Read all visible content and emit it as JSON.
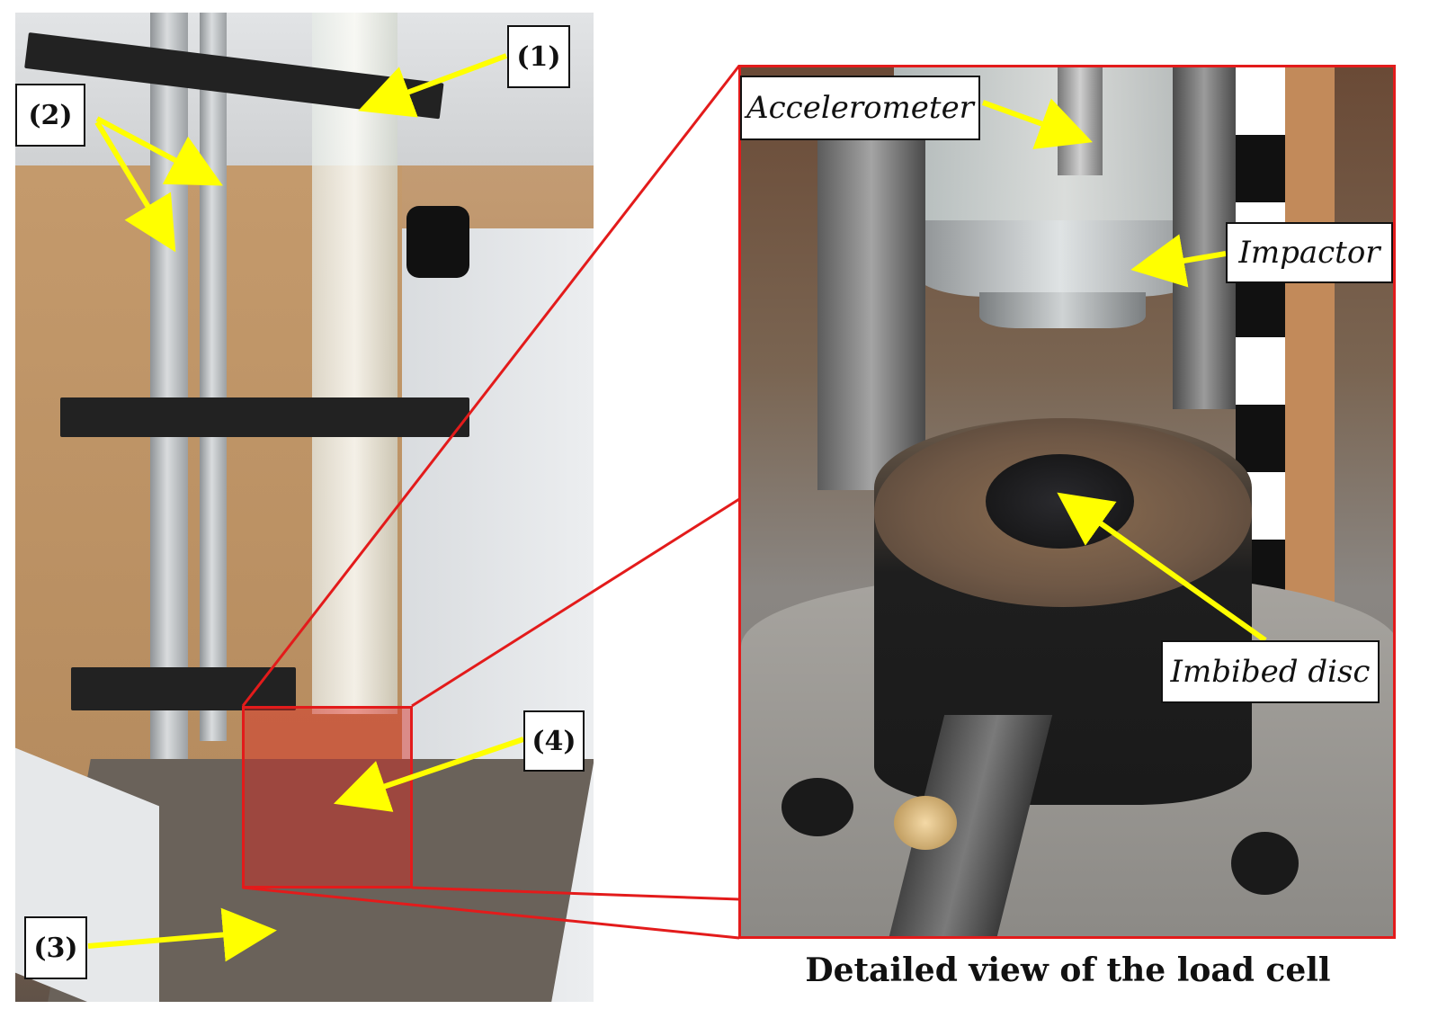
{
  "labels": {
    "marker_1": "(1)",
    "marker_2": "(2)",
    "marker_3": "(3)",
    "marker_4": "(4)",
    "accelerometer": "Accelerometer",
    "impactor": "Impactor",
    "imbibed_disc": "Imbibed disc",
    "caption": "Detailed view of the load cell"
  },
  "colors": {
    "arrow": "#ffff00",
    "highlight_frame": "#e31b1b"
  }
}
